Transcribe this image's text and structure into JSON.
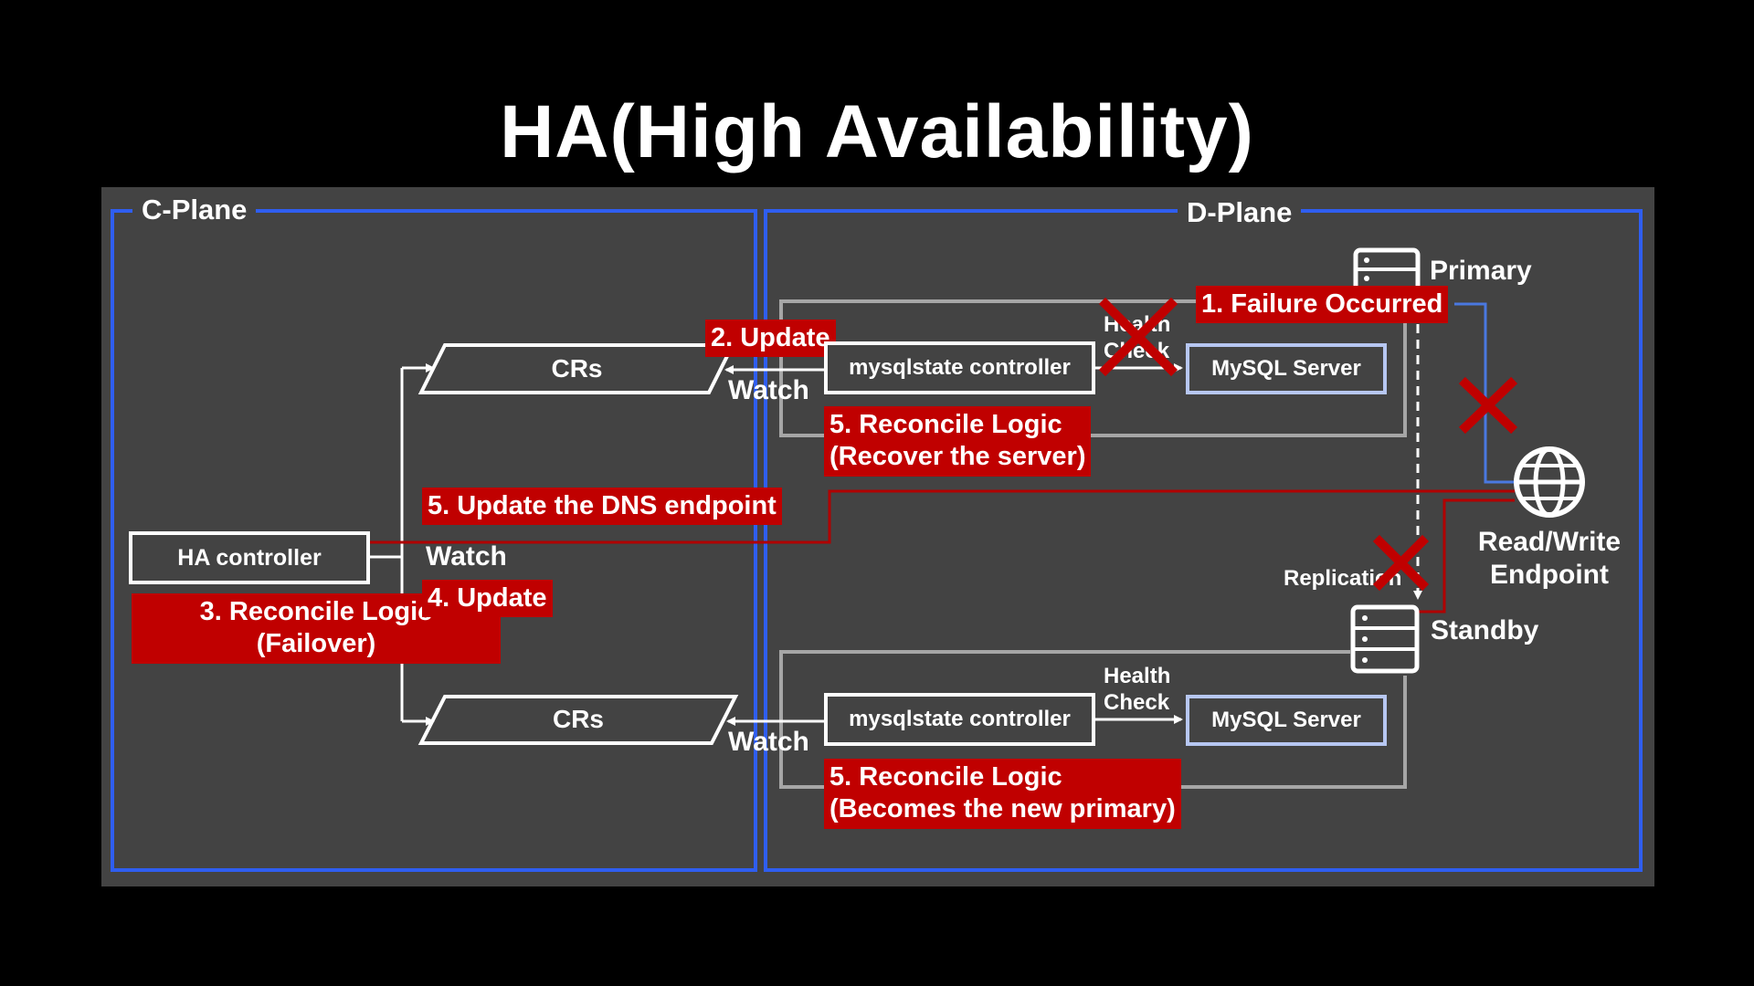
{
  "title": "HA(High Availability)",
  "c_plane": {
    "label": "C-Plane",
    "ha_controller": "HA controller",
    "crs_top": "CRs",
    "crs_bottom": "CRs",
    "watch": "Watch",
    "reconcile_failover": [
      "3. Reconcile Logic",
      "(Failover)"
    ],
    "update_dns": "5. Update the DNS endpoint",
    "update4": "4. Update"
  },
  "d_plane": {
    "label": "D-Plane",
    "top": {
      "update2": "2. Update",
      "watch": "Watch",
      "controller": "mysqlstate controller",
      "health_check": [
        "Health",
        "Check"
      ],
      "mysql_server": "MySQL Server",
      "reconcile": [
        "5. Reconcile Logic",
        "(Recover the server)"
      ]
    },
    "bottom": {
      "watch": "Watch",
      "controller": "mysqlstate controller",
      "health_check": [
        "Health",
        "Check"
      ],
      "mysql_server": "MySQL Server",
      "reconcile": [
        "5. Reconcile Logic",
        "(Becomes the new primary)"
      ]
    },
    "primary": "Primary",
    "standby": "Standby",
    "failure": "1. Failure Occurred",
    "replication": "Replication",
    "endpoint": [
      "Read/Write",
      "Endpoint"
    ]
  },
  "icons": [
    "server-icon",
    "globe-icon",
    "x-mark-icon"
  ],
  "colors": {
    "background": "#000000",
    "panel": "#434343",
    "plane_border": "#2f5ef0",
    "alert": "#c00000",
    "line_red": "#b00000",
    "endpoint_link": "#4a78e0",
    "mysql_border": "#b7c7f2",
    "group_border": "#a6a6a6"
  }
}
